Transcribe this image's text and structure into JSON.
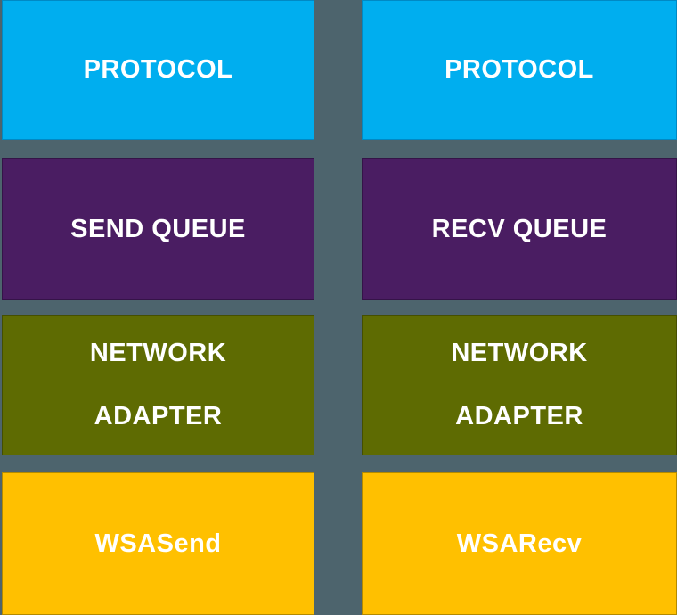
{
  "background_color": "#4D646D",
  "text_color": "#FFFFFF",
  "columns": [
    {
      "id": "send-path",
      "boxes": [
        {
          "id": "protocol-send",
          "label": "PROTOCOL",
          "fill": "#00AEEF",
          "edge": "#0089C4"
        },
        {
          "id": "send-queue",
          "label": "SEND QUEUE",
          "fill": "#4A1D62",
          "edge": "#351348"
        },
        {
          "id": "network-adapter-send",
          "label": "NETWORK ADAPTER",
          "line1": "NETWORK",
          "line2": "ADAPTER",
          "fill": "#5E6B02",
          "edge": "#454F00"
        },
        {
          "id": "wsasend",
          "label": "WSASend",
          "fill": "#FFC000",
          "edge": "#B38A00"
        }
      ]
    },
    {
      "id": "recv-path",
      "boxes": [
        {
          "id": "protocol-recv",
          "label": "PROTOCOL",
          "fill": "#00AEEF",
          "edge": "#0089C4"
        },
        {
          "id": "recv-queue",
          "label": "RECV QUEUE",
          "fill": "#4A1D62",
          "edge": "#351348"
        },
        {
          "id": "network-adapter-recv",
          "label": "NETWORK ADAPTER",
          "line1": "NETWORK",
          "line2": "ADAPTER",
          "fill": "#5E6B02",
          "edge": "#454F00"
        },
        {
          "id": "wsarecv",
          "label": "WSARecv",
          "fill": "#FFC000",
          "edge": "#B38A00"
        }
      ]
    }
  ]
}
